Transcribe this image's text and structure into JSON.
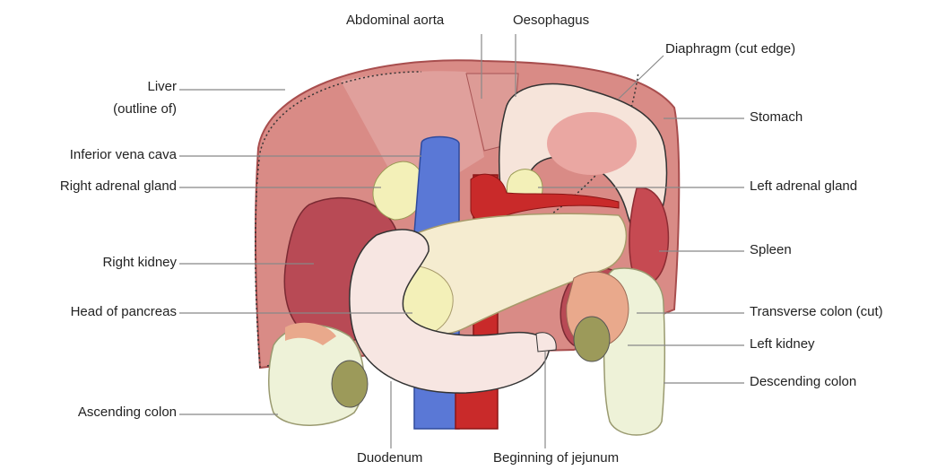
{
  "labels": {
    "abdominal_aorta": "Abdominal aorta",
    "oesophagus": "Oesophagus",
    "diaphragm": "Diaphragm (cut edge)",
    "liver_line1": "Liver",
    "liver_line2": "(outline of)",
    "stomach": "Stomach",
    "inferior_vena_cava": "Inferior vena cava",
    "right_adrenal_gland": "Right adrenal gland",
    "left_adrenal_gland": "Left adrenal gland",
    "right_kidney": "Right kidney",
    "spleen": "Spleen",
    "head_of_pancreas": "Head of pancreas",
    "transverse_colon": "Transverse colon (cut)",
    "left_kidney": "Left kidney",
    "descending_colon": "Descending colon",
    "ascending_colon": "Ascending colon",
    "duodenum": "Duodenum",
    "beginning_of_jejunum": "Beginning of jejunum"
  },
  "colors": {
    "diaphragm": "#d98b86",
    "diaphragm_dark": "#b95a58",
    "kidney": "#b84a55",
    "adrenal": "#f3f0b8",
    "vena_cava": "#5a78d6",
    "aorta": "#c92a2a",
    "stomach": "#f6e4da",
    "spleen": "#c64a52",
    "pancreas": "#f5ecd0",
    "duodenum": "#f7e6e2",
    "colon": "#eef2d8",
    "colon_cut": "#e9a98c",
    "leader": "#888888"
  }
}
